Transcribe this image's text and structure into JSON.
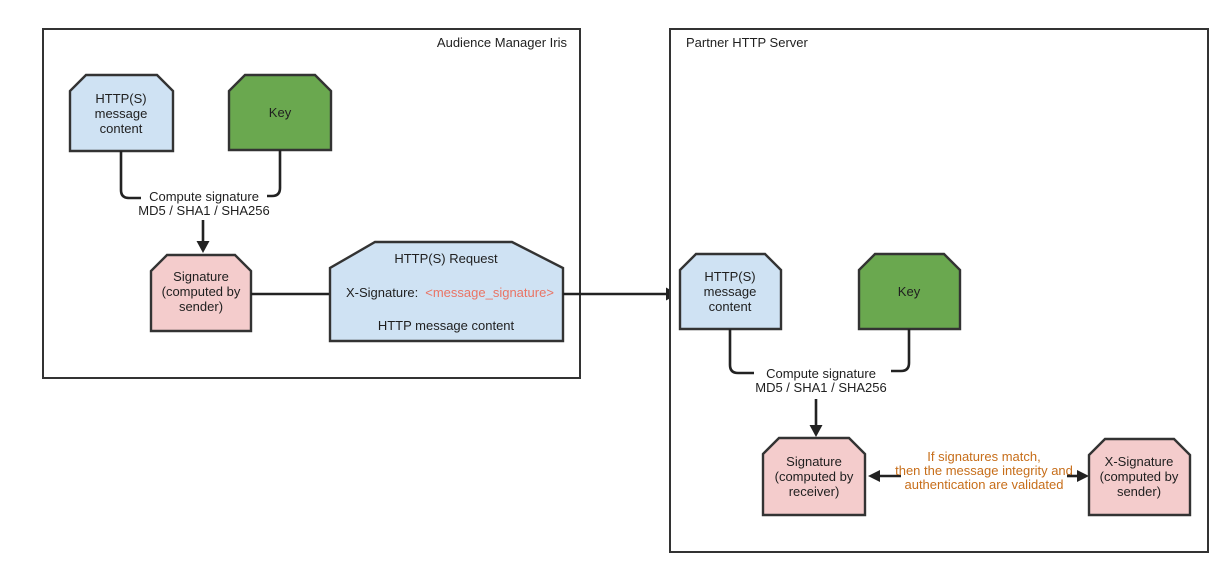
{
  "left_box": {
    "title": "Audience Manager Iris",
    "http_message": {
      "line1": "HTTP(S)",
      "line2": "message",
      "line3": "content"
    },
    "key_label": "Key",
    "compute": {
      "line1": "Compute signature",
      "line2": "MD5 / SHA1 / SHA256"
    },
    "signature": {
      "line1": "Signature",
      "line2": "(computed by",
      "line3": "sender)"
    },
    "request": {
      "line1": "HTTP(S) Request",
      "line2_label": "X-Signature:",
      "line2_value": "<message_signature>",
      "line3": "HTTP message content"
    }
  },
  "right_box": {
    "title": "Partner HTTP Server",
    "http_message": {
      "line1": "HTTP(S)",
      "line2": "message",
      "line3": "content"
    },
    "key_label": "Key",
    "compute": {
      "line1": "Compute signature",
      "line2": "MD5 / SHA1 / SHA256"
    },
    "signature": {
      "line1": "Signature",
      "line2": "(computed by",
      "line3": "receiver)"
    },
    "x_signature": {
      "line1": "X-Signature",
      "line2": "(computed by",
      "line3": "sender)"
    },
    "match_note": {
      "line1": "If signatures match,",
      "line2": "then the message integrity and",
      "line3": "authentication are validated"
    }
  },
  "colors": {
    "blue_fill": "#cfe2f3",
    "green_fill": "#6aa84f",
    "pink_fill": "#f4cccc",
    "shape_border": "#333333",
    "connector": "#222222",
    "signature_value_text": "#e97465",
    "note_text": "#c76e1a",
    "text": "#1f1f1f",
    "background": "#ffffff"
  }
}
